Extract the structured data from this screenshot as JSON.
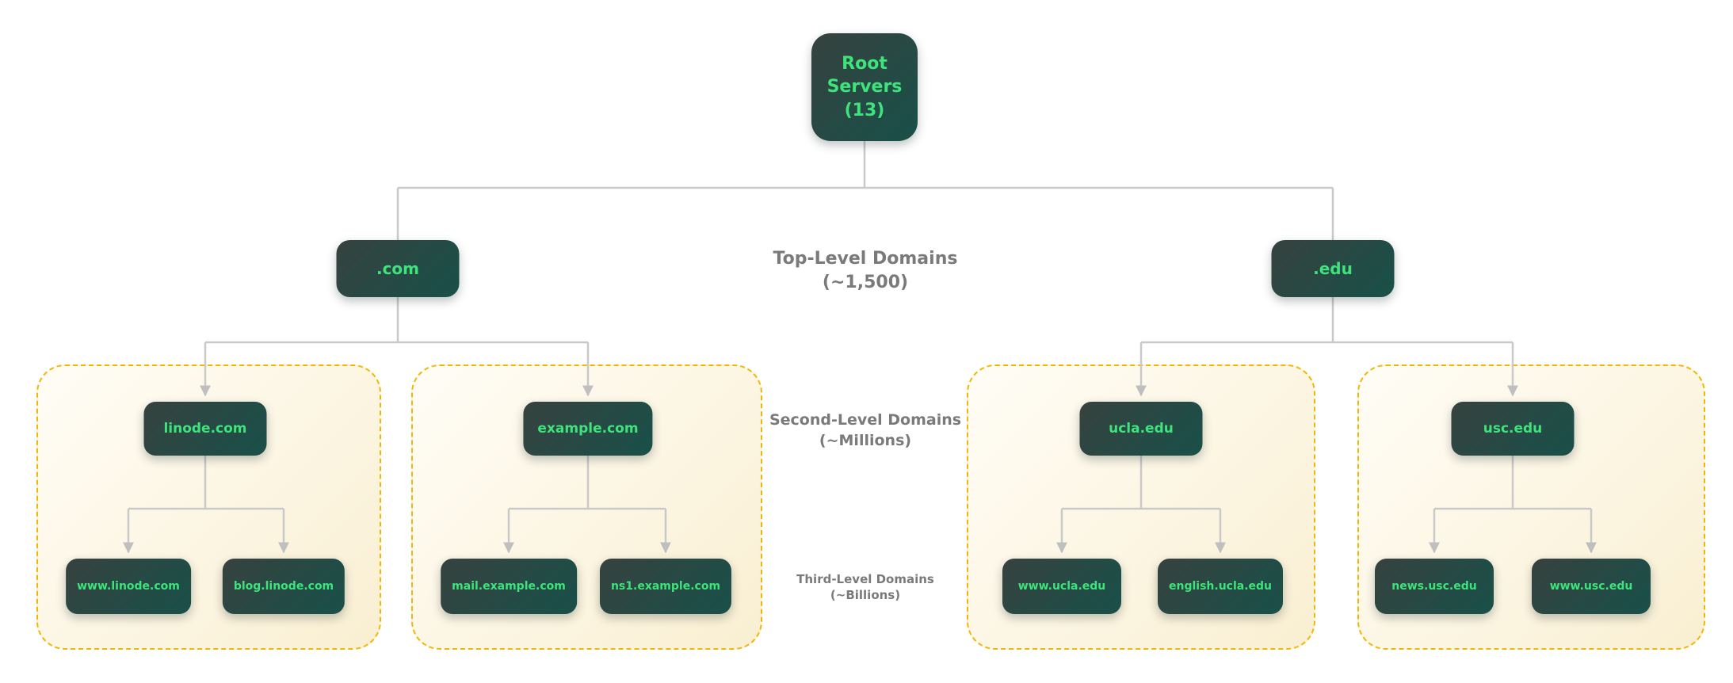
{
  "nodes": {
    "root": "Root Servers (13)",
    "tld": [
      ".com",
      ".edu"
    ],
    "groups": [
      {
        "parent": "linode.com",
        "children": [
          "www.linode.com",
          "blog.linode.com"
        ]
      },
      {
        "parent": "example.com",
        "children": [
          "mail.example.com",
          "ns1.example.com"
        ]
      },
      {
        "parent": "ucla.edu",
        "children": [
          "www.ucla.edu",
          "english.ucla.edu"
        ]
      },
      {
        "parent": "usc.edu",
        "children": [
          "news.usc.edu",
          "www.usc.edu"
        ]
      }
    ]
  },
  "level_labels": [
    {
      "title": "Top-Level Domains",
      "subtitle": "(~1,500)"
    },
    {
      "title": "Second-Level Domains",
      "subtitle": "(~Millions)"
    },
    {
      "title": "Third-Level Domains",
      "subtitle": "(~Billions)"
    }
  ],
  "colors": {
    "node_text": "#3ee37b",
    "node_bg_start": "#37423f",
    "node_bg_end": "#1b4f48",
    "zone_border": "#f2b705",
    "zone_bg": "#f9efd2",
    "connector": "#c9c9c9",
    "label_text": "#7a7a7a"
  }
}
